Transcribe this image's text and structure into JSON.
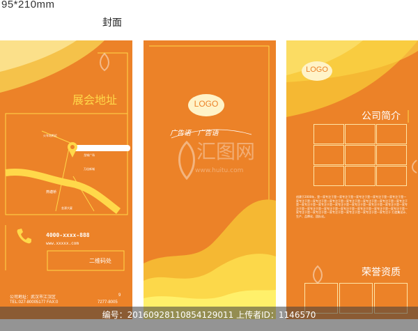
{
  "header": {
    "size_label": "95*210mm",
    "cover_label": "封面"
  },
  "panel1": {
    "title": "展会地址",
    "map_labels": {
      "a": "火车站附近",
      "b": "龙城广场",
      "c": "万佳新城",
      "d": "燕塘桥",
      "e": "金源大厦"
    },
    "phone": "4000-xxxx-888",
    "website": "www.xxxxx.com",
    "qr_label": "二维码处",
    "address": "公司地址：武汉市江汉区",
    "address_num": "9",
    "tel": "TEL:027-80005177  FAX:0",
    "fax_tail": "7277-8005"
  },
  "panel2": {
    "logo": "LOGO",
    "slogan": "广告语   广告语"
  },
  "panel3": {
    "logo": "LOGO",
    "intro_title": "公司简介",
    "intro_text": "创建于2000年，是一家专注于是一家专注于是一家专注于是一家专注于是一家专注于是一家专注于是一家专注于是一家专注于是一家专注于是一家专注于是一家专注于是一家专注于是一家专注于是一家专注于是一家专注于是一家专注于是一家专注于是一家专注于是一家专注于是一家专注于是一家专注于是一家专注于是一家专注于是一家专注于是一家专注于是一家专注于是一家专注于是一家专注于是一家专注于是一家专注于是一家专注于 打造集设计、生产、品牌化、团队化。",
    "honor_title": "荣誉资质"
  },
  "watermark": {
    "brand": "汇图网",
    "url": "www.huitu.com"
  },
  "footer": {
    "text": "编号：20160928110854129011 上传者ID：1146570"
  },
  "colors": {
    "orange": "#ec8228",
    "yellow": "#ffd84a",
    "light": "#ffe6a8"
  }
}
